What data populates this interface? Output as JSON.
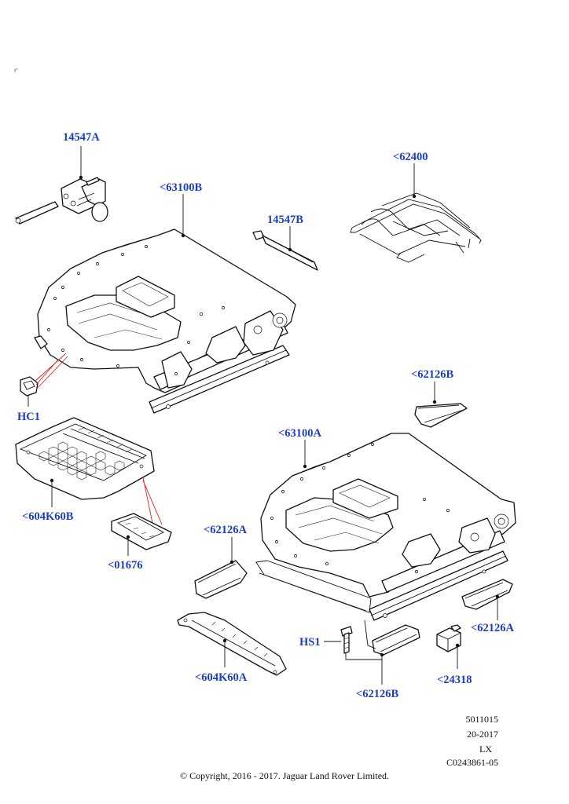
{
  "labels": {
    "part_14547A": "14547A",
    "part_63100B": "<63100B",
    "part_14547B": "14547B",
    "part_62400": "<62400",
    "part_HC1": "HC1",
    "part_62126B_top": "<62126B",
    "part_63100A": "<63100A",
    "part_604K60B": "<604K60B",
    "part_01676": "<01676",
    "part_62126A_left": "<62126A",
    "part_62126A_right": "<62126A",
    "part_604K60A": "<604K60A",
    "part_HS1": "HS1",
    "part_62126B_bottom": "<62126B",
    "part_24318": "<24318"
  },
  "info": {
    "line1": "5011015",
    "line2": "20-2017",
    "line3": "LX",
    "line4": "C0243861-05"
  },
  "copyright": "© Copyright, 2016 - 2017. Jaguar Land Rover Limited.",
  "colors": {
    "label": "#1a3cc8",
    "callout_red": "#d22222",
    "line": "#111111"
  }
}
